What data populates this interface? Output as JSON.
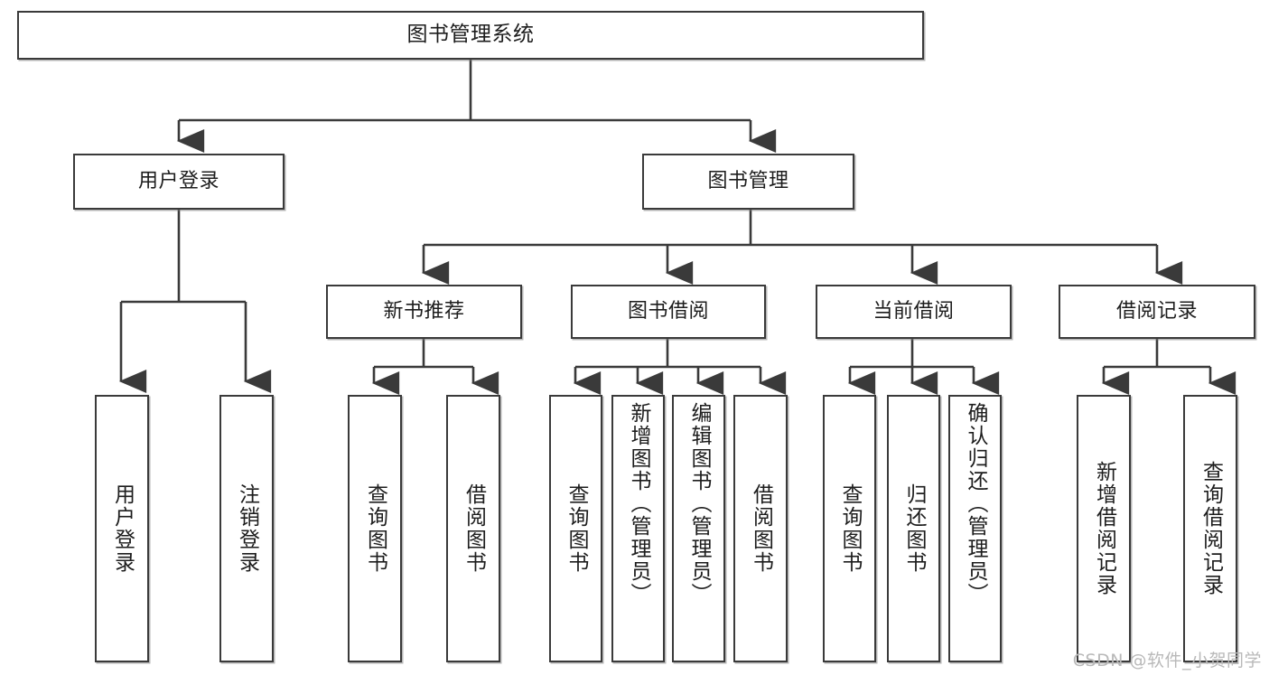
{
  "diagram": {
    "title": "图书管理系统",
    "type": "tree",
    "orientation": "top-down",
    "line_color": "#3a3a3a",
    "box_fill": "#ffffff",
    "text_color": "#1d1d1d",
    "watermark": "CSDN @软件_小贺同学"
  },
  "nodes": {
    "root": {
      "label": "图书管理系统"
    },
    "level2": [
      {
        "label": "用户登录"
      },
      {
        "label": "图书管理"
      }
    ],
    "level3": [
      {
        "label": "新书推荐"
      },
      {
        "label": "图书借阅"
      },
      {
        "label": "当前借阅"
      },
      {
        "label": "借阅记录"
      }
    ],
    "leaves": {
      "user_login": [
        {
          "label": "用户登录"
        },
        {
          "label": "注销登录"
        }
      ],
      "new_book_recommend": [
        {
          "label": "查询图书"
        },
        {
          "label": "借阅图书"
        }
      ],
      "book_borrow": [
        {
          "label": "查询图书"
        },
        {
          "label": "新增图书（管理员）"
        },
        {
          "label": "编辑图书（管理员）"
        },
        {
          "label": "借阅图书"
        }
      ],
      "current_borrow": [
        {
          "label": "查询图书"
        },
        {
          "label": "归还图书"
        },
        {
          "label": "确认归还（管理员）"
        }
      ],
      "borrow_record": [
        {
          "label": "新增借阅记录"
        },
        {
          "label": "查询借阅记录"
        }
      ]
    }
  }
}
